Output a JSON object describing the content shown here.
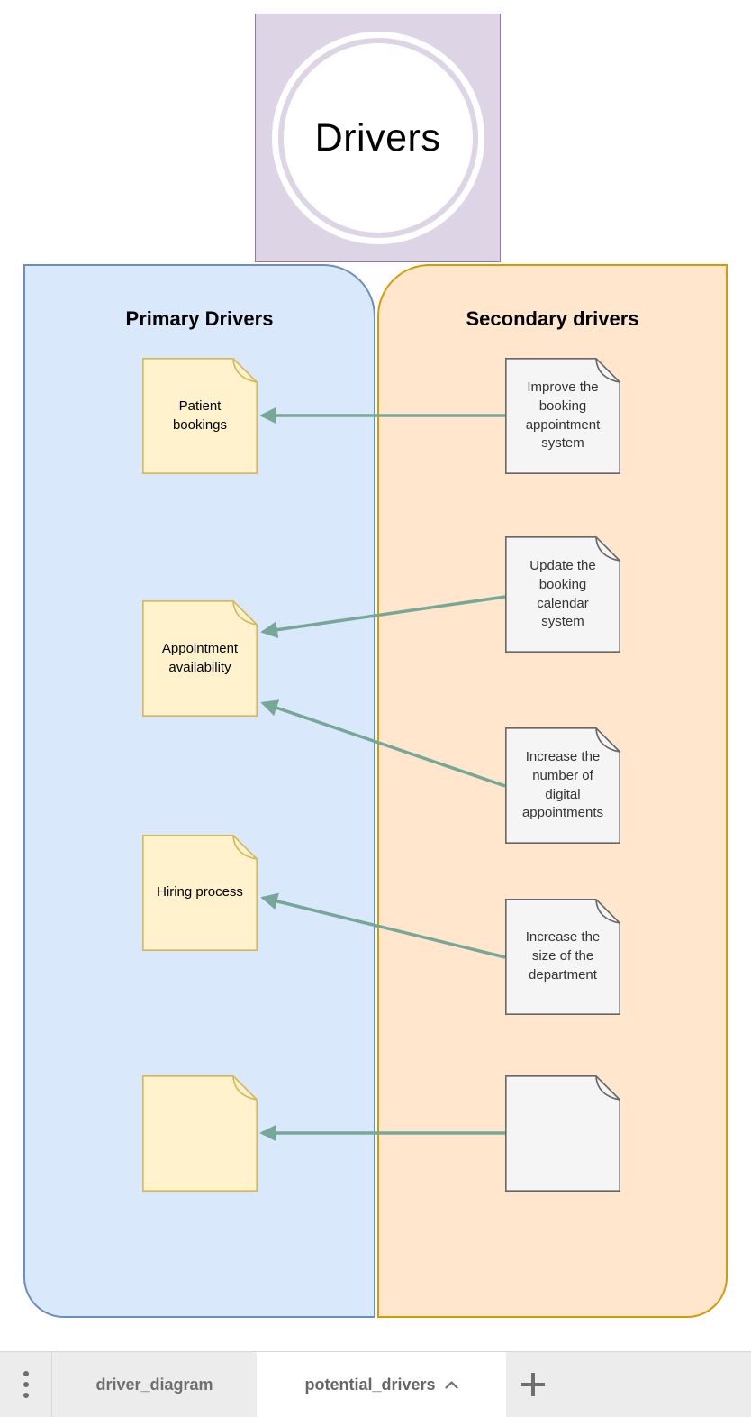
{
  "diagram": {
    "root_node": {
      "label": "Drivers"
    },
    "panels": {
      "primary": {
        "title": "Primary Drivers",
        "notes": [
          "Patient bookings",
          "Appointment availability",
          "Hiring process",
          ""
        ]
      },
      "secondary": {
        "title": "Secondary drivers",
        "notes": [
          "Improve the booking appointment system",
          "Update the booking calendar system",
          "Increase the number of digital appointments",
          "Increase the size of the department",
          ""
        ]
      }
    },
    "connections": [
      {
        "from": "Improve the booking appointment system",
        "to": "Patient bookings"
      },
      {
        "from": "Update the booking calendar system",
        "to": "Appointment availability"
      },
      {
        "from": "Increase the number of digital appointments",
        "to": "Appointment availability"
      },
      {
        "from": "Increase the size of the department",
        "to": "Hiring process"
      },
      {
        "from": "",
        "to": ""
      }
    ],
    "colors": {
      "root_fill": "#ddd4e6",
      "root_stroke": "#9673a6",
      "primary_fill": "#dae8fc",
      "primary_stroke": "#6c8ebf",
      "secondary_fill": "#ffe6cc",
      "secondary_stroke": "#d79b00",
      "note_yellow_fill": "#fff2cc",
      "note_yellow_stroke": "#d6b656",
      "note_gray_fill": "#f5f5f5",
      "note_gray_stroke": "#666666",
      "arrow": "#76a797"
    }
  },
  "footer": {
    "tabs": [
      {
        "label": "driver_diagram",
        "active": false
      },
      {
        "label": "potential_drivers",
        "active": true
      }
    ],
    "icons": {
      "menu": "kebab-vertical-icon",
      "collapse": "chevron-up-icon",
      "add": "plus-icon"
    }
  }
}
